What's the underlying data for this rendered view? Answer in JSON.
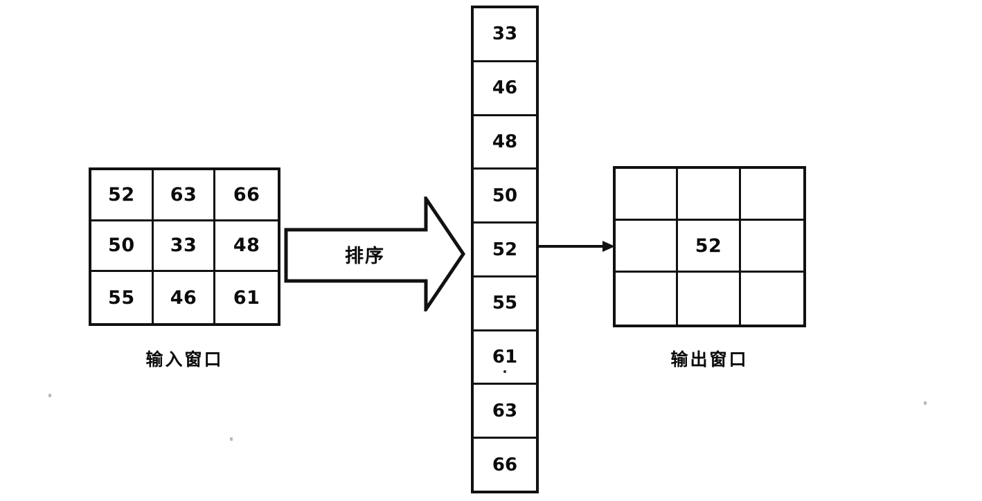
{
  "diagram": {
    "title": "Median filter sorting window diagram",
    "stroke_color": "#111111",
    "background_color": "#ffffff",
    "text_color": "#0b0b0b"
  },
  "input_window": {
    "caption": "输入窗口",
    "rows": [
      [
        "52",
        "63",
        "66"
      ],
      [
        "50",
        "33",
        "48"
      ],
      [
        "55",
        "46",
        "61"
      ]
    ]
  },
  "sort_arrow": {
    "label": "排序"
  },
  "sorted_list": {
    "values": [
      "33",
      "46",
      "48",
      "50",
      "52",
      "55",
      "61",
      "63",
      "66"
    ],
    "median_index": 4,
    "median_value": "52"
  },
  "median_arrow": {
    "icon": "right-arrow-icon"
  },
  "output_window": {
    "caption": "输出窗口",
    "rows": [
      [
        "",
        "",
        ""
      ],
      [
        "",
        "52",
        ""
      ],
      [
        "",
        "",
        ""
      ]
    ]
  }
}
